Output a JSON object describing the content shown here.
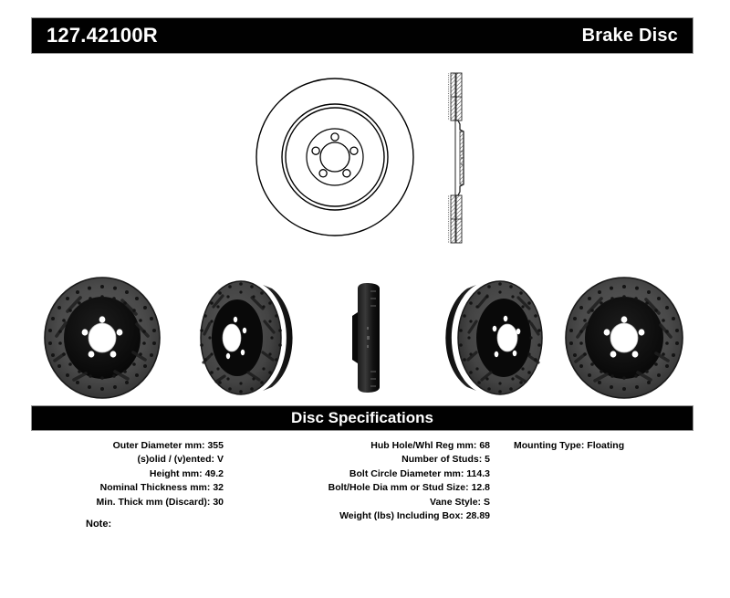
{
  "header": {
    "part_number": "127.42100R",
    "product_category": "Brake Disc",
    "background_color": "#010101",
    "text_color": "#ffffff"
  },
  "drawings": {
    "front_view": {
      "icon": "brake-rotor-front-linedrawing",
      "stud_count": 5
    },
    "cross_section": {
      "icon": "brake-rotor-cross-section-linedrawing"
    }
  },
  "photos": [
    {
      "icon": "rotor-photo-front-left-angle",
      "view": "front angled left"
    },
    {
      "icon": "rotor-photo-three-quarter-left",
      "view": "three quarter left"
    },
    {
      "icon": "rotor-photo-edge-profile",
      "view": "edge profile"
    },
    {
      "icon": "rotor-photo-three-quarter-right",
      "view": "three quarter right"
    },
    {
      "icon": "rotor-photo-front-right-angle",
      "view": "front angled right"
    }
  ],
  "specifications": {
    "title": "Disc Specifications",
    "title_background_color": "#010101",
    "title_text_color": "#ffffff",
    "left_column": [
      {
        "label": "Outer Diameter mm:",
        "value": "355"
      },
      {
        "label": "(s)olid / (v)ented:",
        "value": "V"
      },
      {
        "label": "Height mm:",
        "value": "49.2"
      },
      {
        "label": "Nominal Thickness mm:",
        "value": "32"
      },
      {
        "label": "Min. Thick mm (Discard):",
        "value": "30"
      }
    ],
    "middle_column": [
      {
        "label": "Hub Hole/Whl Reg mm:",
        "value": "68"
      },
      {
        "label": "Number of Studs:",
        "value": "5"
      },
      {
        "label": "Bolt Circle Diameter mm:",
        "value": "114.3"
      },
      {
        "label": "Bolt/Hole Dia mm or Stud Size:",
        "value": "12.8"
      },
      {
        "label": "Vane Style:",
        "value": "S"
      },
      {
        "label": "Weight (lbs) Including Box:",
        "value": "28.89"
      }
    ],
    "right_column": [
      {
        "label": "Mounting Type:",
        "value": "Floating"
      }
    ]
  },
  "note": {
    "label": "Note:",
    "value": ""
  }
}
